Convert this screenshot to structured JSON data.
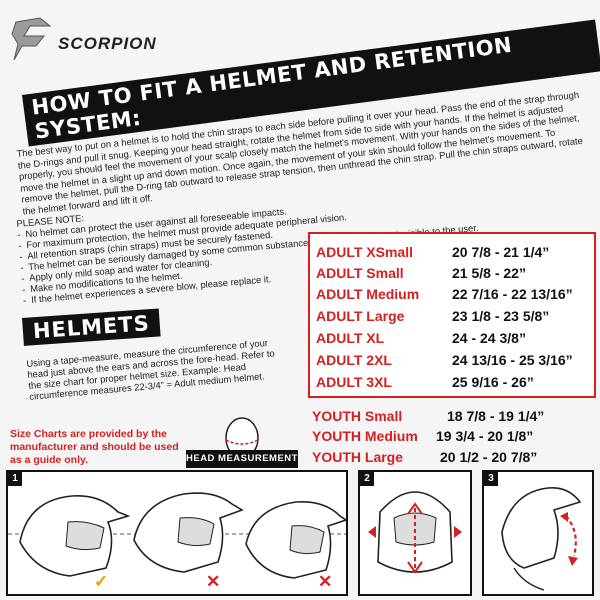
{
  "brand": {
    "name": "SCORPION"
  },
  "fit_section": {
    "title": "HOW TO FIT A HELMET AND RETENTION SYSTEM:",
    "paragraph": "The best way to put on a helmet is to hold the chin straps to each side before pulling it over your head. Pass the end of the strap through the D-rings and pull it snug. Keeping your head straight, rotate the helmet from side to side with your hands. If the helmet is adjusted properly, you should feel the movement of your scalp closely match the helmet's movement. With your hands on the sides of the helmet, move the helmet in a slight up and down motion. Once again, the movement of your skin should follow the helmet's movement. To remove the helmet, pull the D-ring tab outward to release strap tension, then unthread the chin strap. Pull the chin straps outward, rotate the helmet forward and lift it off.",
    "note_lead": "PLEASE NOTE:",
    "notes": [
      "No helmet can protect the user against all foreseeable impacts.",
      "For maximum protection, the helmet must provide adequate peripheral vision.",
      "All retention straps (chin straps) must be securely fastened.",
      "The helmet can be seriously damaged by some common substances with damage being invisible to the user.",
      "Apply only mild soap and water for cleaning.",
      "Make no modifications to the helmet.",
      "If the helmet experiences a severe blow, please replace it."
    ]
  },
  "helmets_section": {
    "title": "HELMETS",
    "text": "Using a tape-measure, measure the circumference of your head just above the ears and across the fore-head. Refer to the size chart for proper helmet size. Example: Head circumference measures 22-3/4\" = Adult medium helmet."
  },
  "adult_sizes": [
    {
      "label": "ADULT XSmall",
      "range": "20 7/8 - 21 1/4”"
    },
    {
      "label": "ADULT Small",
      "range": "21 5/8 - 22”"
    },
    {
      "label": "ADULT Medium",
      "range": "22 7/16 - 22 13/16”"
    },
    {
      "label": "ADULT Large",
      "range": "23 1/8 - 23 5/8”"
    },
    {
      "label": "ADULT XL",
      "range": "24 - 24 3/8”"
    },
    {
      "label": "ADULT 2XL",
      "range": "24 13/16 - 25 3/16”"
    },
    {
      "label": "ADULT 3XL",
      "range": "25 9/16 - 26”"
    }
  ],
  "youth_sizes": [
    {
      "label": "YOUTH Small",
      "range": "18 7/8 - 19 1/4”"
    },
    {
      "label": "YOUTH Medium",
      "range": "19 3/4 - 20 1/8”"
    },
    {
      "label": "YOUTH Large",
      "range": "20 1/2 - 20 7/8”"
    }
  ],
  "disclaimer": "Size Charts are provided by the manufacturer and should be used as a guide only.",
  "head_measurement_label": "HEAD MEASUREMENT",
  "panels": [
    {
      "number": "1",
      "marks": [
        "✓",
        "✕",
        "✕"
      ]
    },
    {
      "number": "2"
    },
    {
      "number": "3"
    }
  ],
  "colors": {
    "accent": "#d42020",
    "text": "#111111",
    "ok_mark": "#e8a000"
  }
}
